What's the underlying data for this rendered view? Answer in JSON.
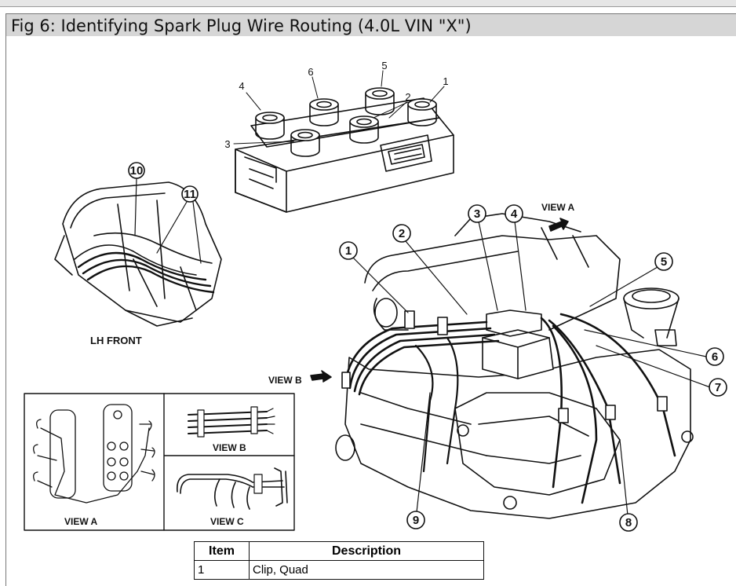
{
  "figure": {
    "title": "Fig 6: Identifying Spark Plug Wire Routing (4.0L VIN \"X\")"
  },
  "coil_callouts": [
    "1",
    "2",
    "3",
    "4",
    "5",
    "6"
  ],
  "engine_callouts": [
    "1",
    "2",
    "3",
    "4",
    "5",
    "6",
    "7",
    "8",
    "9"
  ],
  "lh_callouts": [
    "10",
    "11"
  ],
  "labels": {
    "view_a_arrow": "VIEW A",
    "view_b_arrow": "VIEW B",
    "lh_front": "LH FRONT",
    "inset_view_a": "VIEW A",
    "inset_view_b": "VIEW B",
    "inset_view_c": "VIEW C"
  },
  "table": {
    "headers": [
      "Item",
      "Description"
    ],
    "rows": [
      [
        "1",
        "Clip, Quad"
      ]
    ]
  }
}
